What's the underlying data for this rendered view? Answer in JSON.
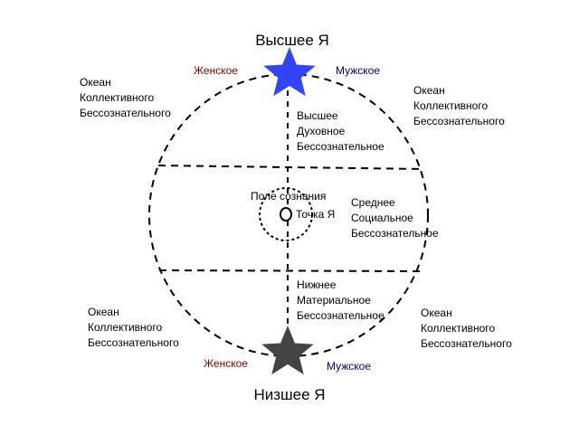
{
  "labels": {
    "top_title": "Высшее Я",
    "bottom_title": "Низшее Я",
    "feminine_top": "Женское",
    "masculine_top": "Мужское",
    "feminine_bottom": "Женское",
    "masculine_bottom": "Мужское",
    "ocean": {
      "top_left": [
        "Океан",
        "Коллективного",
        "Бессознательного"
      ],
      "top_right": [
        "Океан",
        "Коллективного",
        "Бессознательного"
      ],
      "bottom_left": [
        "Океан",
        "Коллективного",
        "Бессознательного"
      ],
      "bottom_right": [
        "Океан",
        "Коллективного",
        "Бессознательного"
      ]
    },
    "upper_zone": [
      "Высшее",
      "Духовное",
      "Бессознательное"
    ],
    "middle_zone": [
      "Среднее",
      "Социальное",
      "Бессознательное"
    ],
    "lower_zone": [
      "Нижнее",
      "Материальное",
      "Бессознательное"
    ],
    "field_of_consciousness": "Поле сознания",
    "point_i": "Точка Я"
  },
  "colors": {
    "upper_star": "#3344ff",
    "lower_star": "#444444",
    "feminine": "#8b0000",
    "masculine": "#00008b"
  }
}
